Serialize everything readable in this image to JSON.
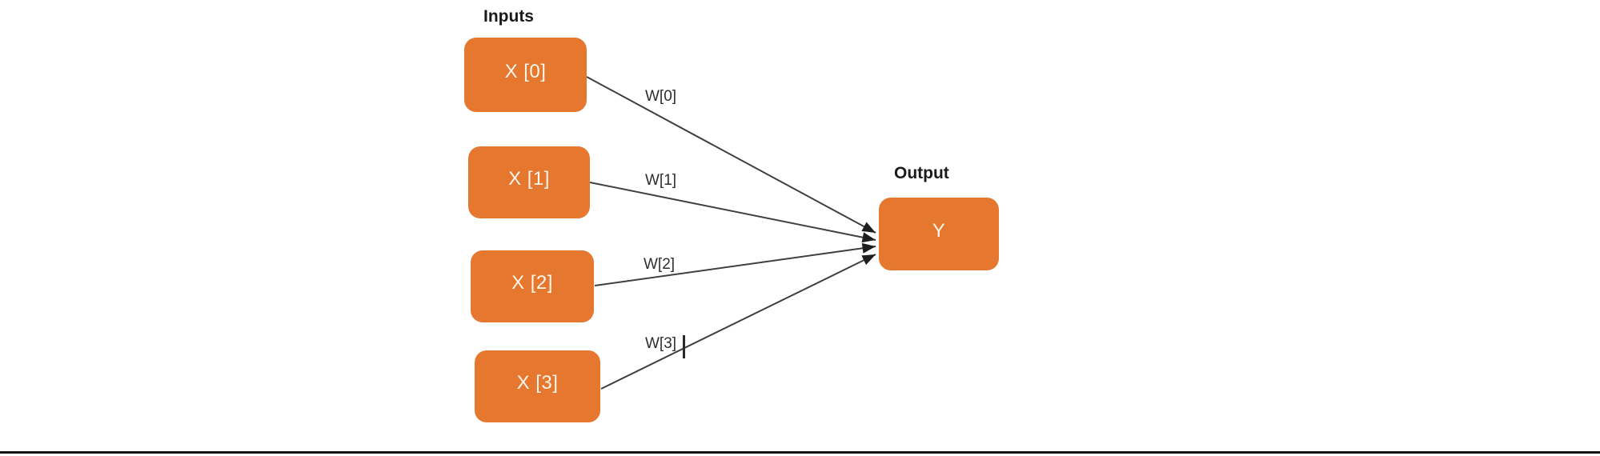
{
  "diagram": {
    "inputs_title": "Inputs",
    "output_title": "Output",
    "inputs": [
      {
        "label": "X [0]",
        "weight": "W[0]"
      },
      {
        "label": "X [1]",
        "weight": "W[1]"
      },
      {
        "label": "X [2]",
        "weight": "W[2]"
      },
      {
        "label": "X [3]",
        "weight": "W[3]"
      }
    ],
    "output": {
      "label": "Y"
    },
    "edit_caret_after": "W[3]",
    "colors": {
      "node_fill": "#E5772E",
      "node_text": "#FFF6EC",
      "edge": "#3F3F3F",
      "arrowhead": "#1E1E1E",
      "title_text": "#1A1A1A",
      "weight_text": "#2E2E2E",
      "bottom_rule": "#121212",
      "background": "#FFFFFF"
    }
  }
}
